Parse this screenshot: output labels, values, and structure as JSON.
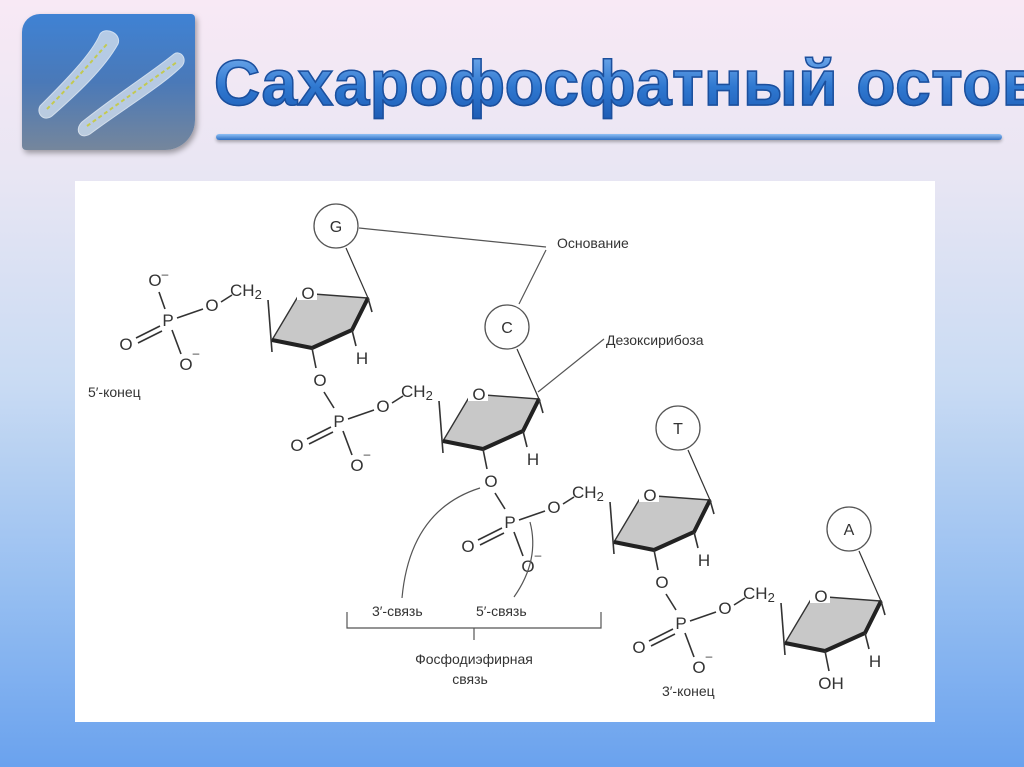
{
  "slide": {
    "title": "Сахарофосфатный остов",
    "logo_icon": "chromosome-icon"
  },
  "diagram": {
    "nucleotides": [
      {
        "base": "G"
      },
      {
        "base": "C"
      },
      {
        "base": "T"
      },
      {
        "base": "A"
      }
    ],
    "atoms": {
      "oxygen": "O",
      "phosphorus": "P",
      "methylene": "CH",
      "methylene_sub": "2",
      "hydrogen": "H",
      "hydroxyl": "OH",
      "charge": "–"
    },
    "labels": {
      "base": "Основание",
      "deoxyribose": "Дезоксирибоза",
      "five_prime_end": "5′-конец",
      "three_prime_end": "3′-конец",
      "three_prime_bond": "3′-связь",
      "five_prime_bond": "5′-связь",
      "phosphodiester_line1": "Фосфодиэфирная",
      "phosphodiester_line2": "связь"
    },
    "colors": {
      "sugar_fill": "#c8c8c8",
      "ink": "#333333"
    }
  }
}
